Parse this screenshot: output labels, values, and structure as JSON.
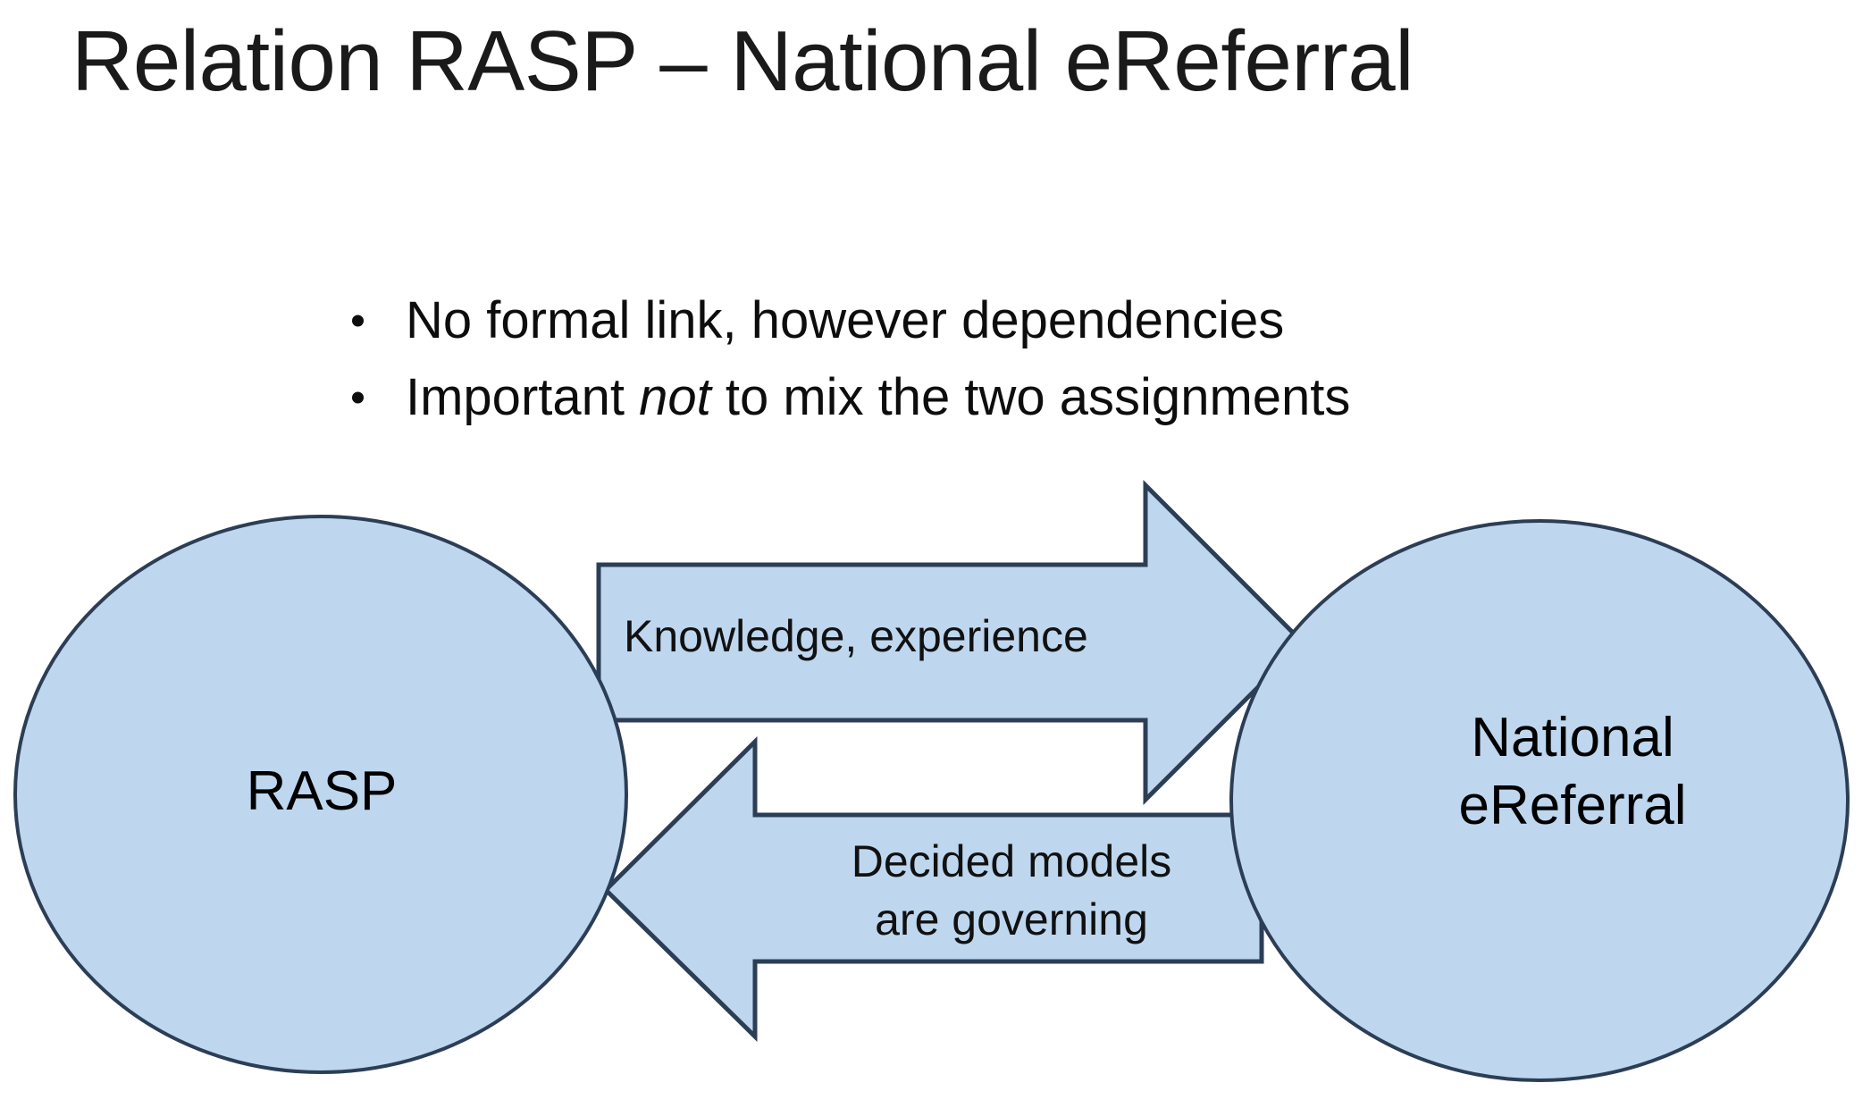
{
  "slide": {
    "title": "Relation RASP – National eReferral",
    "background_color": "#ffffff"
  },
  "bullets": [
    {
      "text_before": "No formal link, however dependencies",
      "emphasis": "",
      "text_after": ""
    },
    {
      "text_before": "Important ",
      "emphasis": "not",
      "text_after": " to mix the two assignments"
    }
  ],
  "diagram": {
    "type": "two-node-bidirectional",
    "shape_fill_color": "#bed7ef",
    "shape_stroke_color": "#2c3e56",
    "nodes": [
      {
        "id": "rasp",
        "label": "RASP",
        "shape": "ellipse"
      },
      {
        "id": "ereferral",
        "label_line1": "National",
        "label_line2": "eReferral",
        "shape": "ellipse"
      }
    ],
    "arrows": [
      {
        "id": "knowledge-arrow",
        "direction": "right",
        "from": "RASP",
        "to": "National eReferral",
        "label": "Knowledge, experience"
      },
      {
        "id": "models-arrow",
        "direction": "left",
        "from": "National eReferral",
        "to": "RASP",
        "label_line1": "Decided models",
        "label_line2": "are governing"
      }
    ]
  }
}
